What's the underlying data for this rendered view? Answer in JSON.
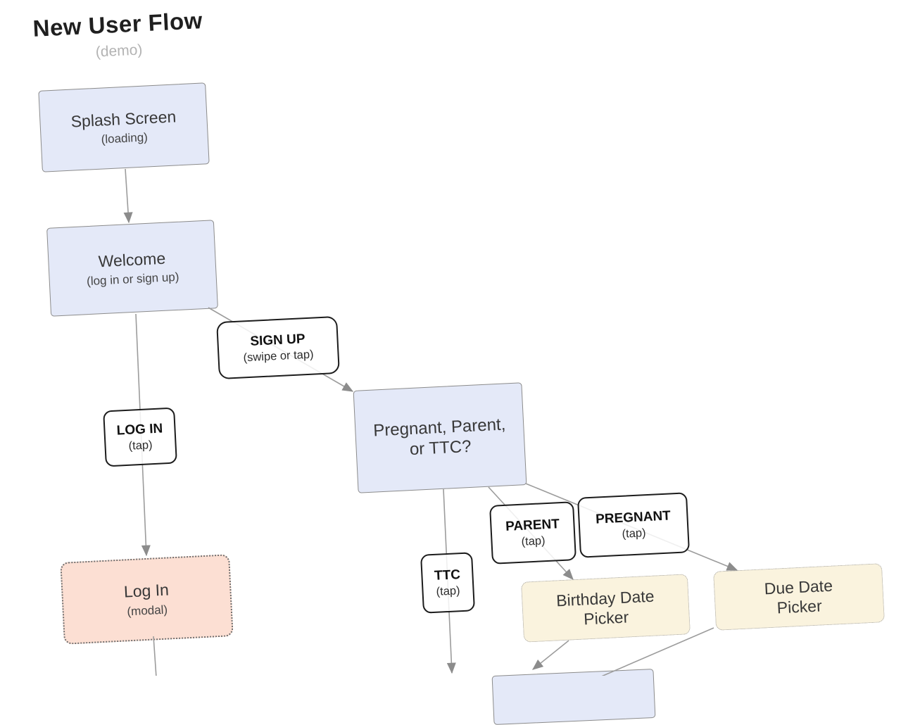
{
  "title": "New User Flow",
  "subtitle": "(demo)",
  "nodes": {
    "splash": {
      "label": "Splash Screen",
      "sublabel": "(loading)",
      "type": "screen"
    },
    "welcome": {
      "label": "Welcome",
      "sublabel": "(log in or sign up)",
      "type": "screen"
    },
    "decision": {
      "label": "Pregnant, Parent, or TTC?",
      "type": "screen"
    },
    "login_modal": {
      "label": "Log In",
      "sublabel": "(modal)",
      "type": "modal"
    },
    "birthday_picker": {
      "label": "Birthday Date Picker",
      "type": "picker"
    },
    "due_date_picker": {
      "label": "Due Date Picker",
      "type": "picker"
    }
  },
  "edge_labels": {
    "sign_up": {
      "label": "SIGN UP",
      "sublabel": "(swipe or tap)"
    },
    "log_in": {
      "label": "LOG IN",
      "sublabel": "(tap)"
    },
    "ttc": {
      "label": "TTC",
      "sublabel": "(tap)"
    },
    "parent": {
      "label": "PARENT",
      "sublabel": "(tap)"
    },
    "pregnant": {
      "label": "PREGNANT",
      "sublabel": "(tap)"
    }
  },
  "edges": [
    {
      "from": "Splash Screen",
      "to": "Welcome",
      "label": ""
    },
    {
      "from": "Welcome",
      "to": "Log In (modal)",
      "label": "LOG IN (tap)"
    },
    {
      "from": "Welcome",
      "to": "Pregnant, Parent, or TTC?",
      "label": "SIGN UP (swipe or tap)"
    },
    {
      "from": "Pregnant, Parent, or TTC?",
      "to": "next screen (cut off)",
      "label": "TTC (tap)"
    },
    {
      "from": "Pregnant, Parent, or TTC?",
      "to": "Birthday Date Picker",
      "label": "PARENT (tap)"
    },
    {
      "from": "Pregnant, Parent, or TTC?",
      "to": "Due Date Picker",
      "label": "PREGNANT (tap)"
    },
    {
      "from": "Birthday Date Picker",
      "to": "next screen (cut off)",
      "label": ""
    },
    {
      "from": "Due Date Picker",
      "to": "next screen (cut off)",
      "label": ""
    },
    {
      "from": "Log In (modal)",
      "to": "next screen (cut off)",
      "label": ""
    }
  ],
  "colors": {
    "screen_fill": "#e4e9f8",
    "screen_border": "#8b8b8b",
    "modal_fill": "#fcdfd3",
    "picker_fill": "#faf3de",
    "edge_label_border": "#1c1c1c",
    "connector": "#9c9c9c",
    "arrowhead": "#8c8c8c",
    "title_color": "#1f1f1f",
    "subtitle_color": "#b3b3b3"
  }
}
